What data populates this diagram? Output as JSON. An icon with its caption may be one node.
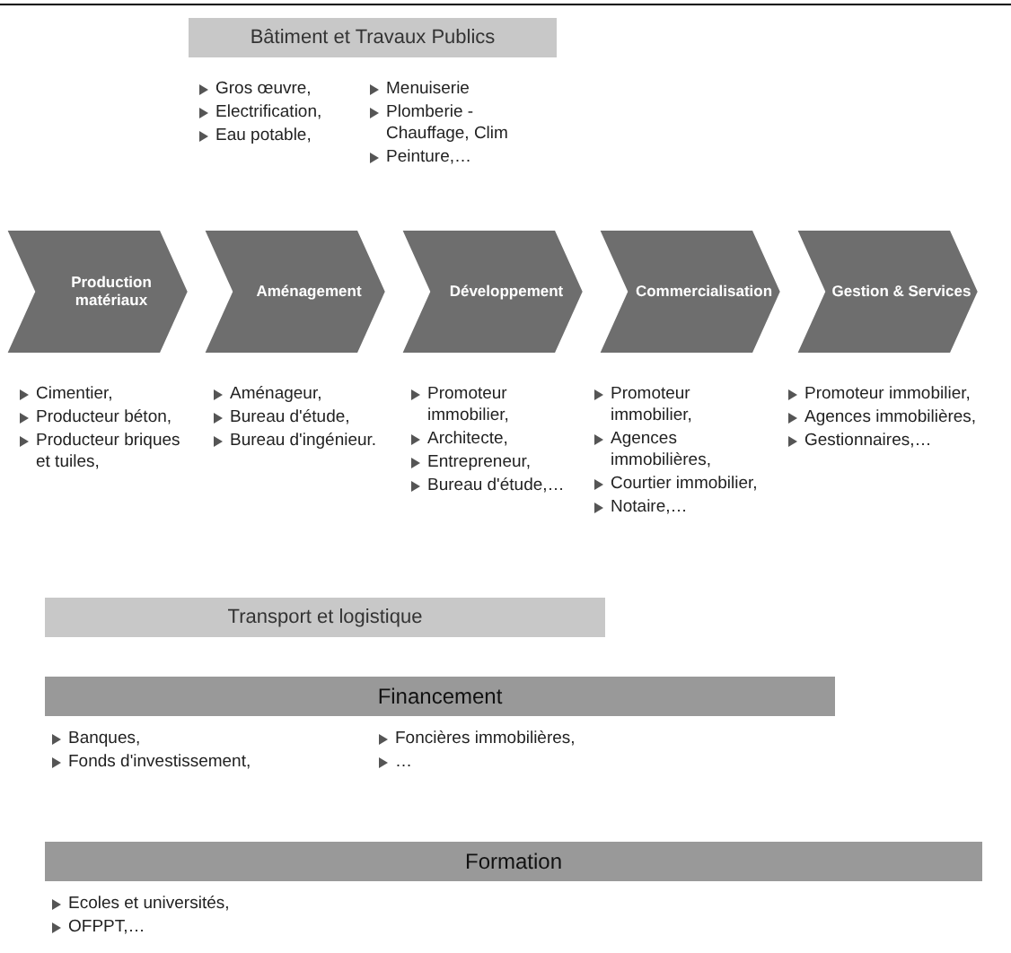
{
  "diagram": {
    "nodes": [
      {
        "text": [
          "Bâtiment et Travaux Publics"
        ],
        "beside": [
          "Gros œuvre,",
          "Electrification,",
          "Eau potable,",
          "Menuiserie",
          "Plomberie - Chauffage, Clim",
          "Peinture,…"
        ]
      },
      {
        "text": [
          "Production matériaux"
        ],
        "beside": [
          "Cimentier,",
          "Producteur béton,",
          "Producteur briques et tuiles,"
        ]
      },
      {
        "text": [
          "Aménagement"
        ],
        "beside": [
          "Aménageur,",
          "Bureau d'étude,",
          "Bureau d'ingénieur."
        ]
      },
      {
        "text": [
          "Développement"
        ],
        "beside": [
          "Promoteur immobilier,",
          "Architecte,",
          "Entrepreneur,",
          "Bureau d'étude,…"
        ]
      },
      {
        "text": [
          "Commercialisation"
        ],
        "beside": [
          "Promoteur immobilier,",
          "Agences immobilières,",
          "Courtier immobilier,",
          "Notaire,…"
        ]
      },
      {
        "text": [
          "Gestion & Services"
        ],
        "beside": [
          "Promoteur immobilier,",
          "Agences immobilières,",
          "Gestionnaires,…"
        ]
      },
      {
        "text": [
          "Transport et logistique"
        ]
      },
      {
        "text": [
          "Financement"
        ],
        "beside": [
          "Banques,",
          "Fonds d'investissement,",
          "Foncières immobilières,",
          "…"
        ]
      },
      {
        "text": [
          "Formation"
        ],
        "beside": [
          "Ecoles et universités,",
          "OFPPT,…"
        ]
      }
    ]
  }
}
